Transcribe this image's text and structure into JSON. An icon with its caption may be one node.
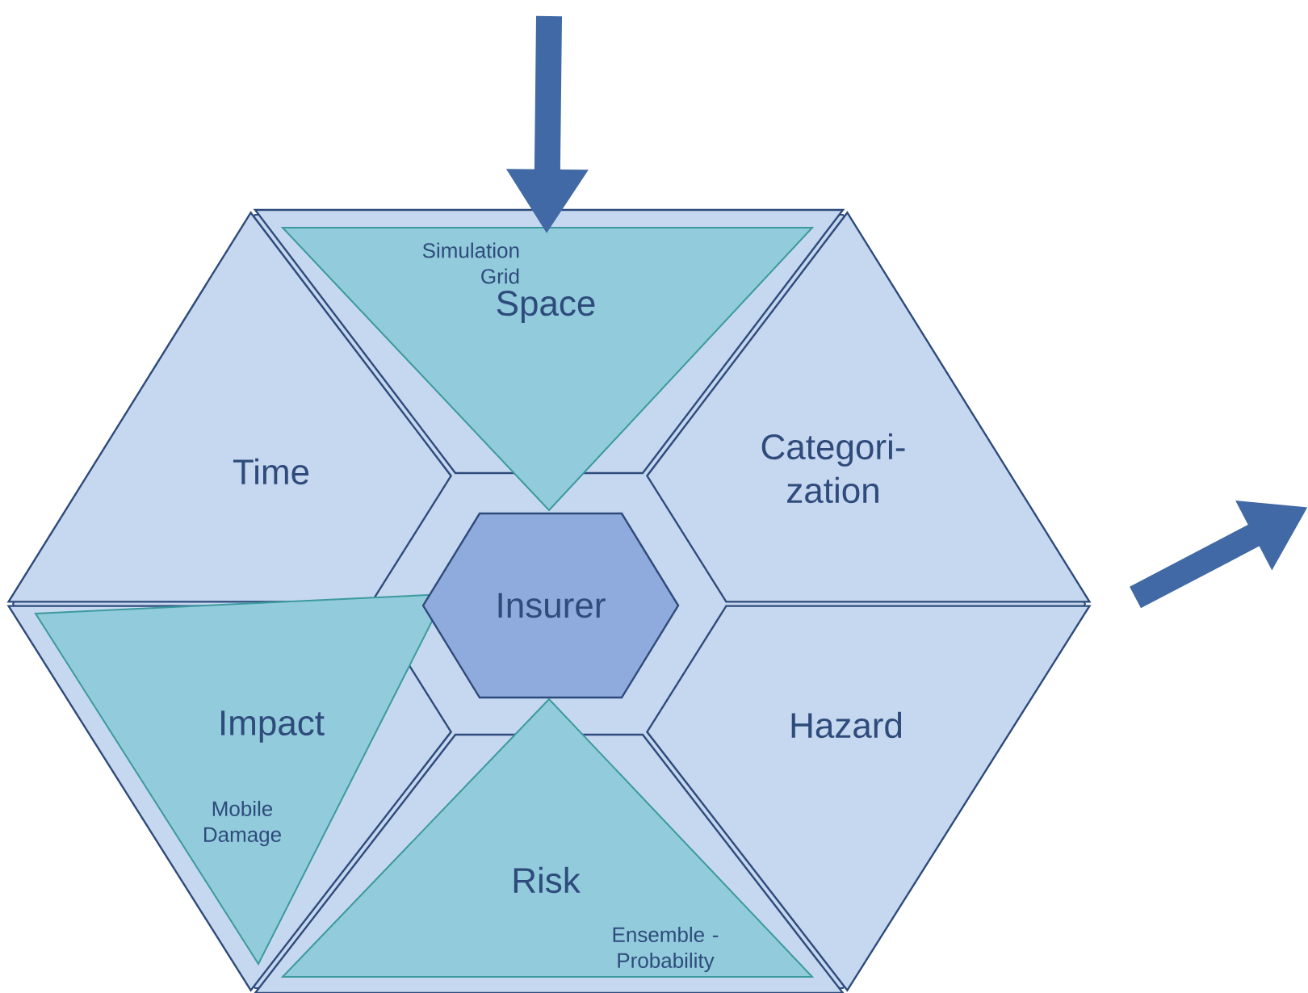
{
  "diagram": {
    "nodes": [
      {
        "text": [
          "Time"
        ]
      },
      {
        "text": [
          "Simulation Grid",
          "Space"
        ]
      },
      {
        "text": [
          "Categori- zation"
        ]
      },
      {
        "text": [
          "Hazard"
        ]
      },
      {
        "text": [
          "Risk",
          "Ensemble - Probability"
        ]
      },
      {
        "text": [
          "Impact",
          "Mobile Damage"
        ]
      },
      {
        "text": [
          "Insurer"
        ]
      }
    ],
    "edges": [
      {
        "from": null,
        "to": 1,
        "arrow": "to"
      }
    ]
  }
}
